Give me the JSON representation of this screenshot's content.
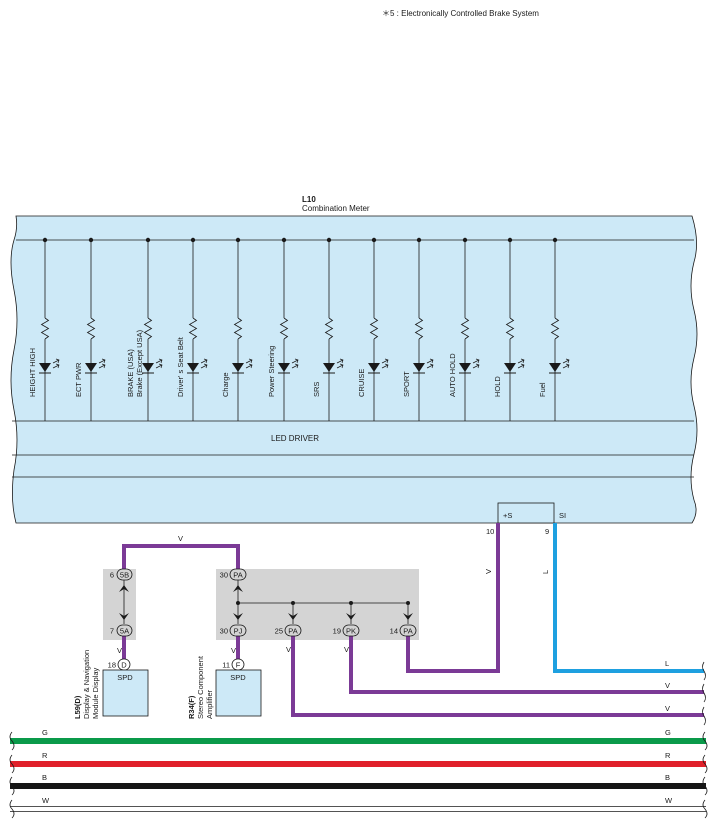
{
  "note": "＊5 : Electronically Controlled Brake System",
  "meter": {
    "code": "L10",
    "name": "Combination Meter",
    "led_driver": "LED DRIVER",
    "leds": [
      {
        "label": "HEIGHT HIGH"
      },
      {
        "label": "ECT PWR"
      },
      {
        "label": "BRAKE (USA)",
        "label2": "Brake (Except USA)"
      },
      {
        "label": "Driver' s Seat Belt"
      },
      {
        "label": "Charge"
      },
      {
        "label": "Power Steering"
      },
      {
        "label": "SRS"
      },
      {
        "label": "CRUISE"
      },
      {
        "label": "SPORT"
      },
      {
        "label": "AUTO HOLD"
      },
      {
        "label": "HOLD"
      },
      {
        "label": "Fuel"
      }
    ],
    "port_plus": "+S",
    "port_plus_pin": "10",
    "port_si": "SI",
    "port_si_pin": "9"
  },
  "junction_left": {
    "top": {
      "pin": "6",
      "code": "5B"
    },
    "bottom": {
      "pin": "7",
      "code": "5A"
    }
  },
  "junction_right": {
    "top": {
      "pin": "30",
      "code": "PA"
    },
    "bottoms": [
      {
        "pin": "30",
        "code": "PJ"
      },
      {
        "pin": "25",
        "code": "PA"
      },
      {
        "pin": "19",
        "code": "PK"
      },
      {
        "pin": "14",
        "code": "PA"
      }
    ]
  },
  "spd_left": {
    "pin": "18",
    "code": "D",
    "label": "SPD",
    "component_code": "L59(D)",
    "component_name1": "Display & Navigation",
    "component_name2": "Module Display"
  },
  "spd_right": {
    "pin": "11",
    "code": "F",
    "label": "SPD",
    "component_code": "R34(F)",
    "component_name1": "Stereo Component",
    "component_name2": "Amplifier"
  },
  "wire_labels": {
    "v": "V",
    "l": "L"
  },
  "bus": [
    {
      "name": "G",
      "color": "#0a9a4a"
    },
    {
      "name": "R",
      "color": "#e0202a"
    },
    {
      "name": "B",
      "color": "#151515"
    },
    {
      "name": "W",
      "color": "#ffffff"
    }
  ],
  "colors": {
    "purple": "#7b3a96",
    "blue": "#1ea0e0",
    "meter_fill": "#cde9f7",
    "junction_fill": "#d4d4d4"
  }
}
